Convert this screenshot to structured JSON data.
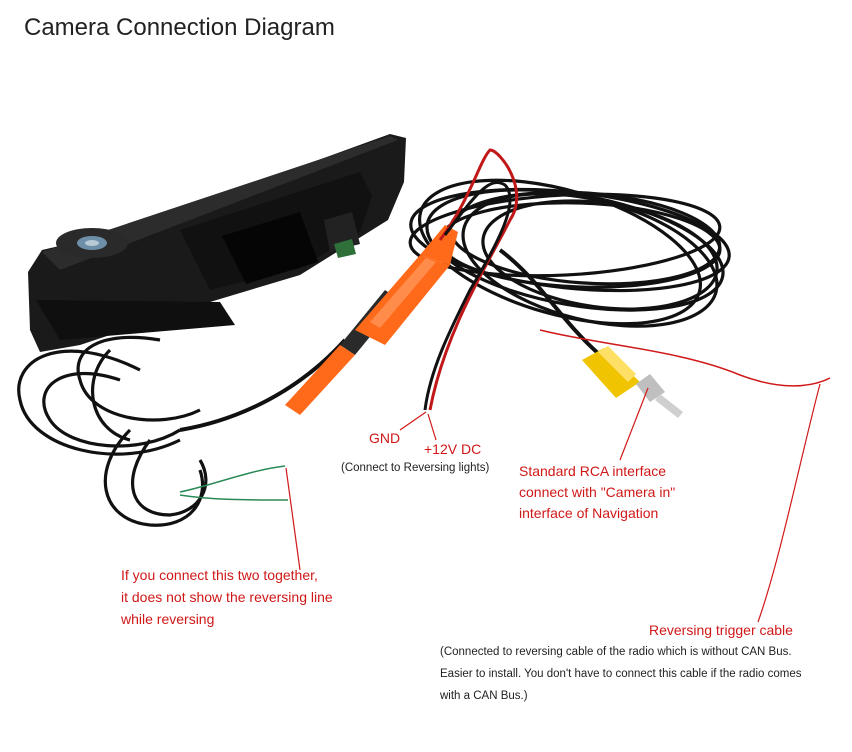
{
  "title": "Camera Connection Diagram",
  "colors": {
    "annotation_red": "#d01818",
    "text_dark": "#222222",
    "background": "#ffffff"
  },
  "labels": {
    "gnd": "GND",
    "v12": "+12V DC",
    "v12_note": "(Connect to Reversing lights)",
    "rca": {
      "line1": "Standard RCA interface",
      "line2": "connect with \"Camera in\"",
      "line3": "interface of Navigation"
    },
    "green_wires": {
      "line1": "If you connect this two together,",
      "line2": "it does not show the reversing line",
      "line3": "while reversing"
    },
    "trigger": "Reversing trigger cable",
    "trigger_note": {
      "line1": "(Connected to reversing cable of the radio which is without CAN Bus.",
      "line2": "Easier to install. You don't have to connect this cable if the radio comes",
      "line3": "with a CAN Bus.)"
    }
  }
}
